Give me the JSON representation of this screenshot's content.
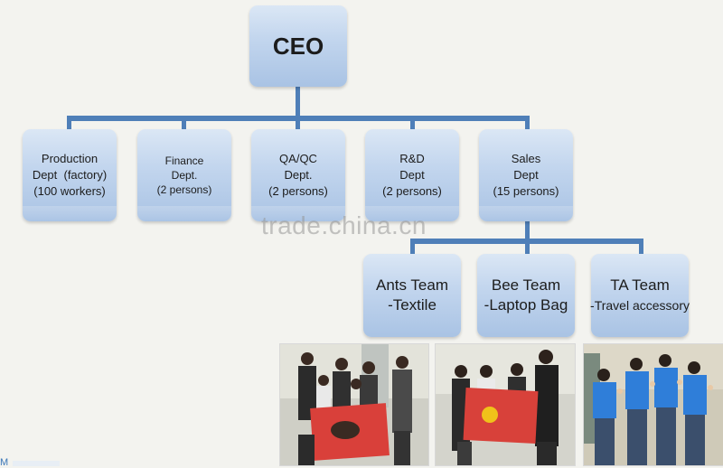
{
  "ceo": {
    "label": "CEO"
  },
  "departments": [
    {
      "lines": [
        "Production",
        "Dept  (factory)",
        "(100 workers)"
      ]
    },
    {
      "lines": [
        "Finance",
        "Dept.",
        "(2 persons)"
      ]
    },
    {
      "lines": [
        "QA/QC",
        "Dept.",
        "(2 persons)"
      ]
    },
    {
      "lines": [
        "R&D",
        "Dept",
        "(2 persons)"
      ]
    },
    {
      "lines": [
        "Sales",
        "Dept",
        "(15 persons)"
      ]
    }
  ],
  "teams": [
    {
      "name": "Ants Team",
      "sub": "-Textile"
    },
    {
      "name": "Bee Team",
      "sub": "-Laptop Bag"
    },
    {
      "name": "TA Team",
      "sub": "-Travel accessory"
    }
  ],
  "watermark": "trade.china.cn",
  "corner_mark": "M",
  "colors": {
    "connector": "#4f7fb8",
    "box_top": "#dbe7f5",
    "box_bottom": "#a9c3e4"
  },
  "photos": [
    {
      "subject": "Ants Team group photo holding a red flag"
    },
    {
      "subject": "Bee Team group photo holding a red flag"
    },
    {
      "subject": "TA Team members in blue shirts giving thumbs up"
    }
  ]
}
